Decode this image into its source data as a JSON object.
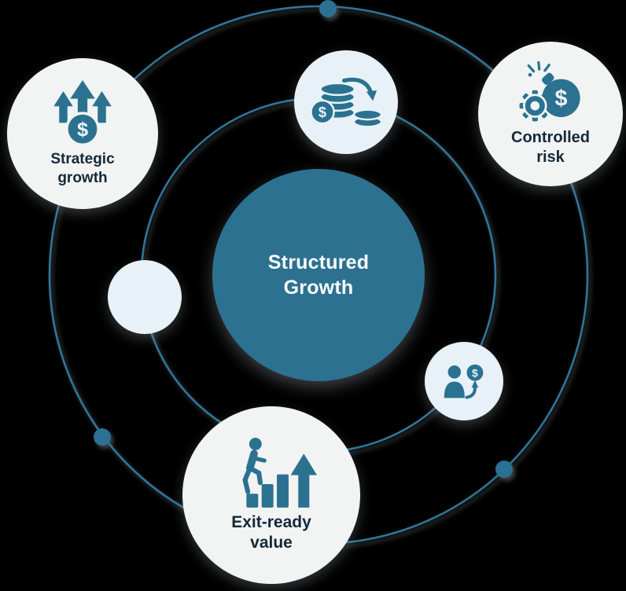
{
  "diagram": {
    "title": "Structured Growth orbital diagram",
    "center": {
      "title_line1": "Structured",
      "title_line2": "Growth"
    },
    "nodes": {
      "strategic_growth": {
        "label_line1": "Strategic",
        "label_line2": "growth",
        "icon": "money-growth-arrows-icon"
      },
      "capital_flow": {
        "icon": "coins-transfer-icon"
      },
      "controlled_risk": {
        "label_line1": "Controlled",
        "label_line2": "risk",
        "icon": "gear-bomb-dollar-icon"
      },
      "milestone_blank": {
        "icon": "none"
      },
      "investor_value": {
        "icon": "person-dollar-arrow-icon"
      },
      "exit_ready_value": {
        "label_line1": "Exit-ready",
        "label_line2": "value",
        "icon": "person-climbing-bars-arrow-icon"
      }
    },
    "icons": {
      "currency_symbol": "$"
    },
    "orbits": {
      "ring_count": 2,
      "marker_count": 3
    },
    "colors": {
      "background": "#000000",
      "accent_teal": "#2b7291",
      "center_circle_fill": "#2c7190",
      "orbit_line": "#2f7599",
      "node_gray_fill": "#f2f3f3",
      "node_blue_fill": "#e8f1f7",
      "label_navy": "#14293a",
      "center_text": "#fafcfc"
    }
  }
}
